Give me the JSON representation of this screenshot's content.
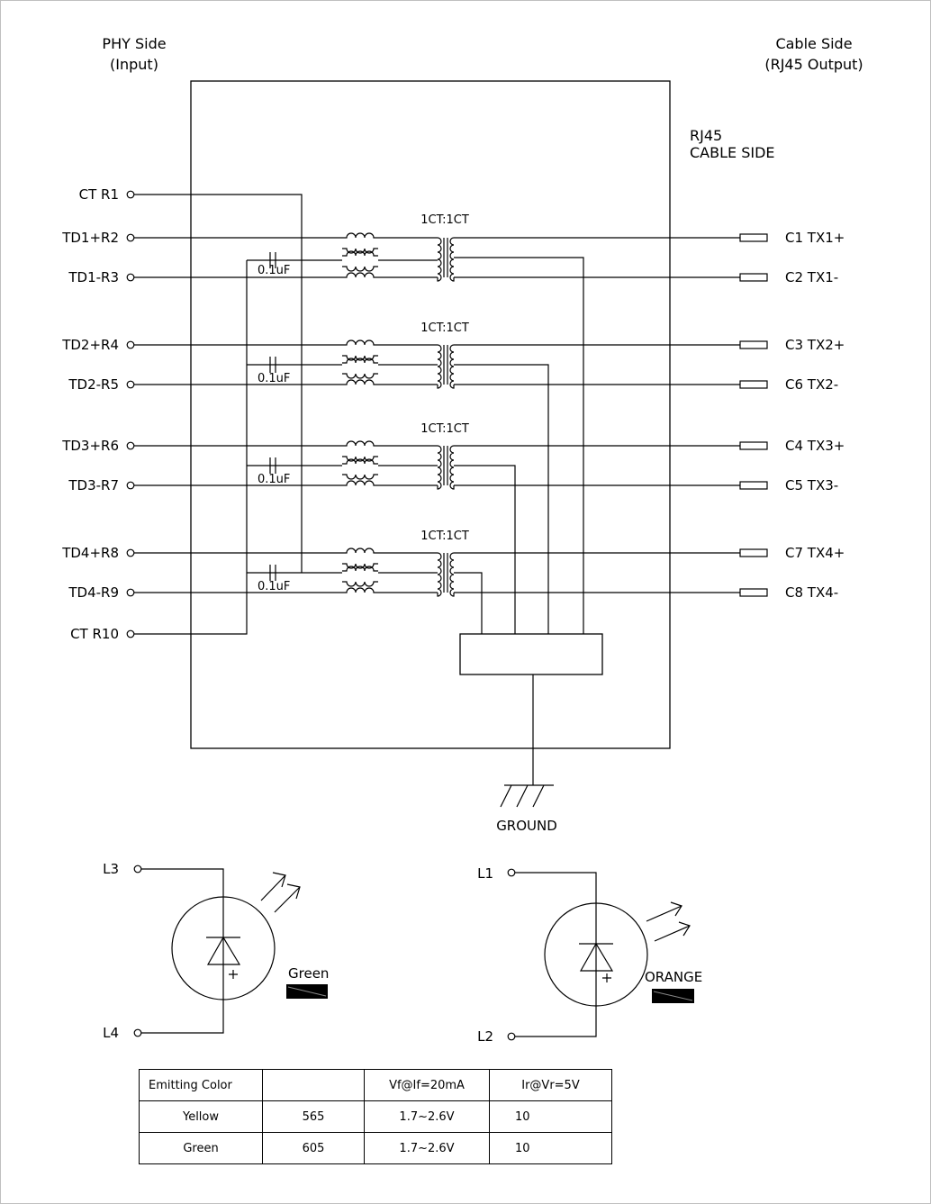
{
  "header": {
    "phy_side": "PHY Side",
    "phy_input": "(Input)",
    "cable_side": "Cable Side",
    "cable_output": "(RJ45 Output)"
  },
  "rj45_label": [
    "RJ45",
    "CABLE SIDE"
  ],
  "phy_pins": {
    "ct1": "CT R1",
    "ct10": "CT R10",
    "channels": [
      {
        "plus": "TD1+R2",
        "minus": "TD1-R3"
      },
      {
        "plus": "TD2+R4",
        "minus": "TD2-R5"
      },
      {
        "plus": "TD3+R6",
        "minus": "TD3-R7"
      },
      {
        "plus": "TD4+R8",
        "minus": "TD4-R9"
      }
    ]
  },
  "cable_pins": [
    {
      "plus": "C1  TX1+",
      "minus": "C2  TX1-"
    },
    {
      "plus": "C3  TX2+",
      "minus": "C6  TX2-"
    },
    {
      "plus": "C4  TX3+",
      "minus": "C5  TX3-"
    },
    {
      "plus": "C7  TX4+",
      "minus": "C8  TX4-"
    }
  ],
  "transformer_ratio": "1CT:1CT",
  "capacitor_value": "0.1uF",
  "ground_label": "GROUND",
  "leds": [
    {
      "anode_pin": "L3",
      "cathode_pin": "L4",
      "color_label": "Green"
    },
    {
      "anode_pin": "L1",
      "cathode_pin": "L2",
      "color_label": "ORANGE"
    }
  ],
  "led_table": {
    "headers": [
      "Emitting Color",
      "",
      "Vf@If=20mA",
      "Ir@Vr=5V"
    ],
    "rows": [
      [
        "Yellow",
        "565",
        "1.7~2.6V",
        "10"
      ],
      [
        "Green",
        "605",
        "1.7~2.6V",
        "10"
      ]
    ]
  }
}
